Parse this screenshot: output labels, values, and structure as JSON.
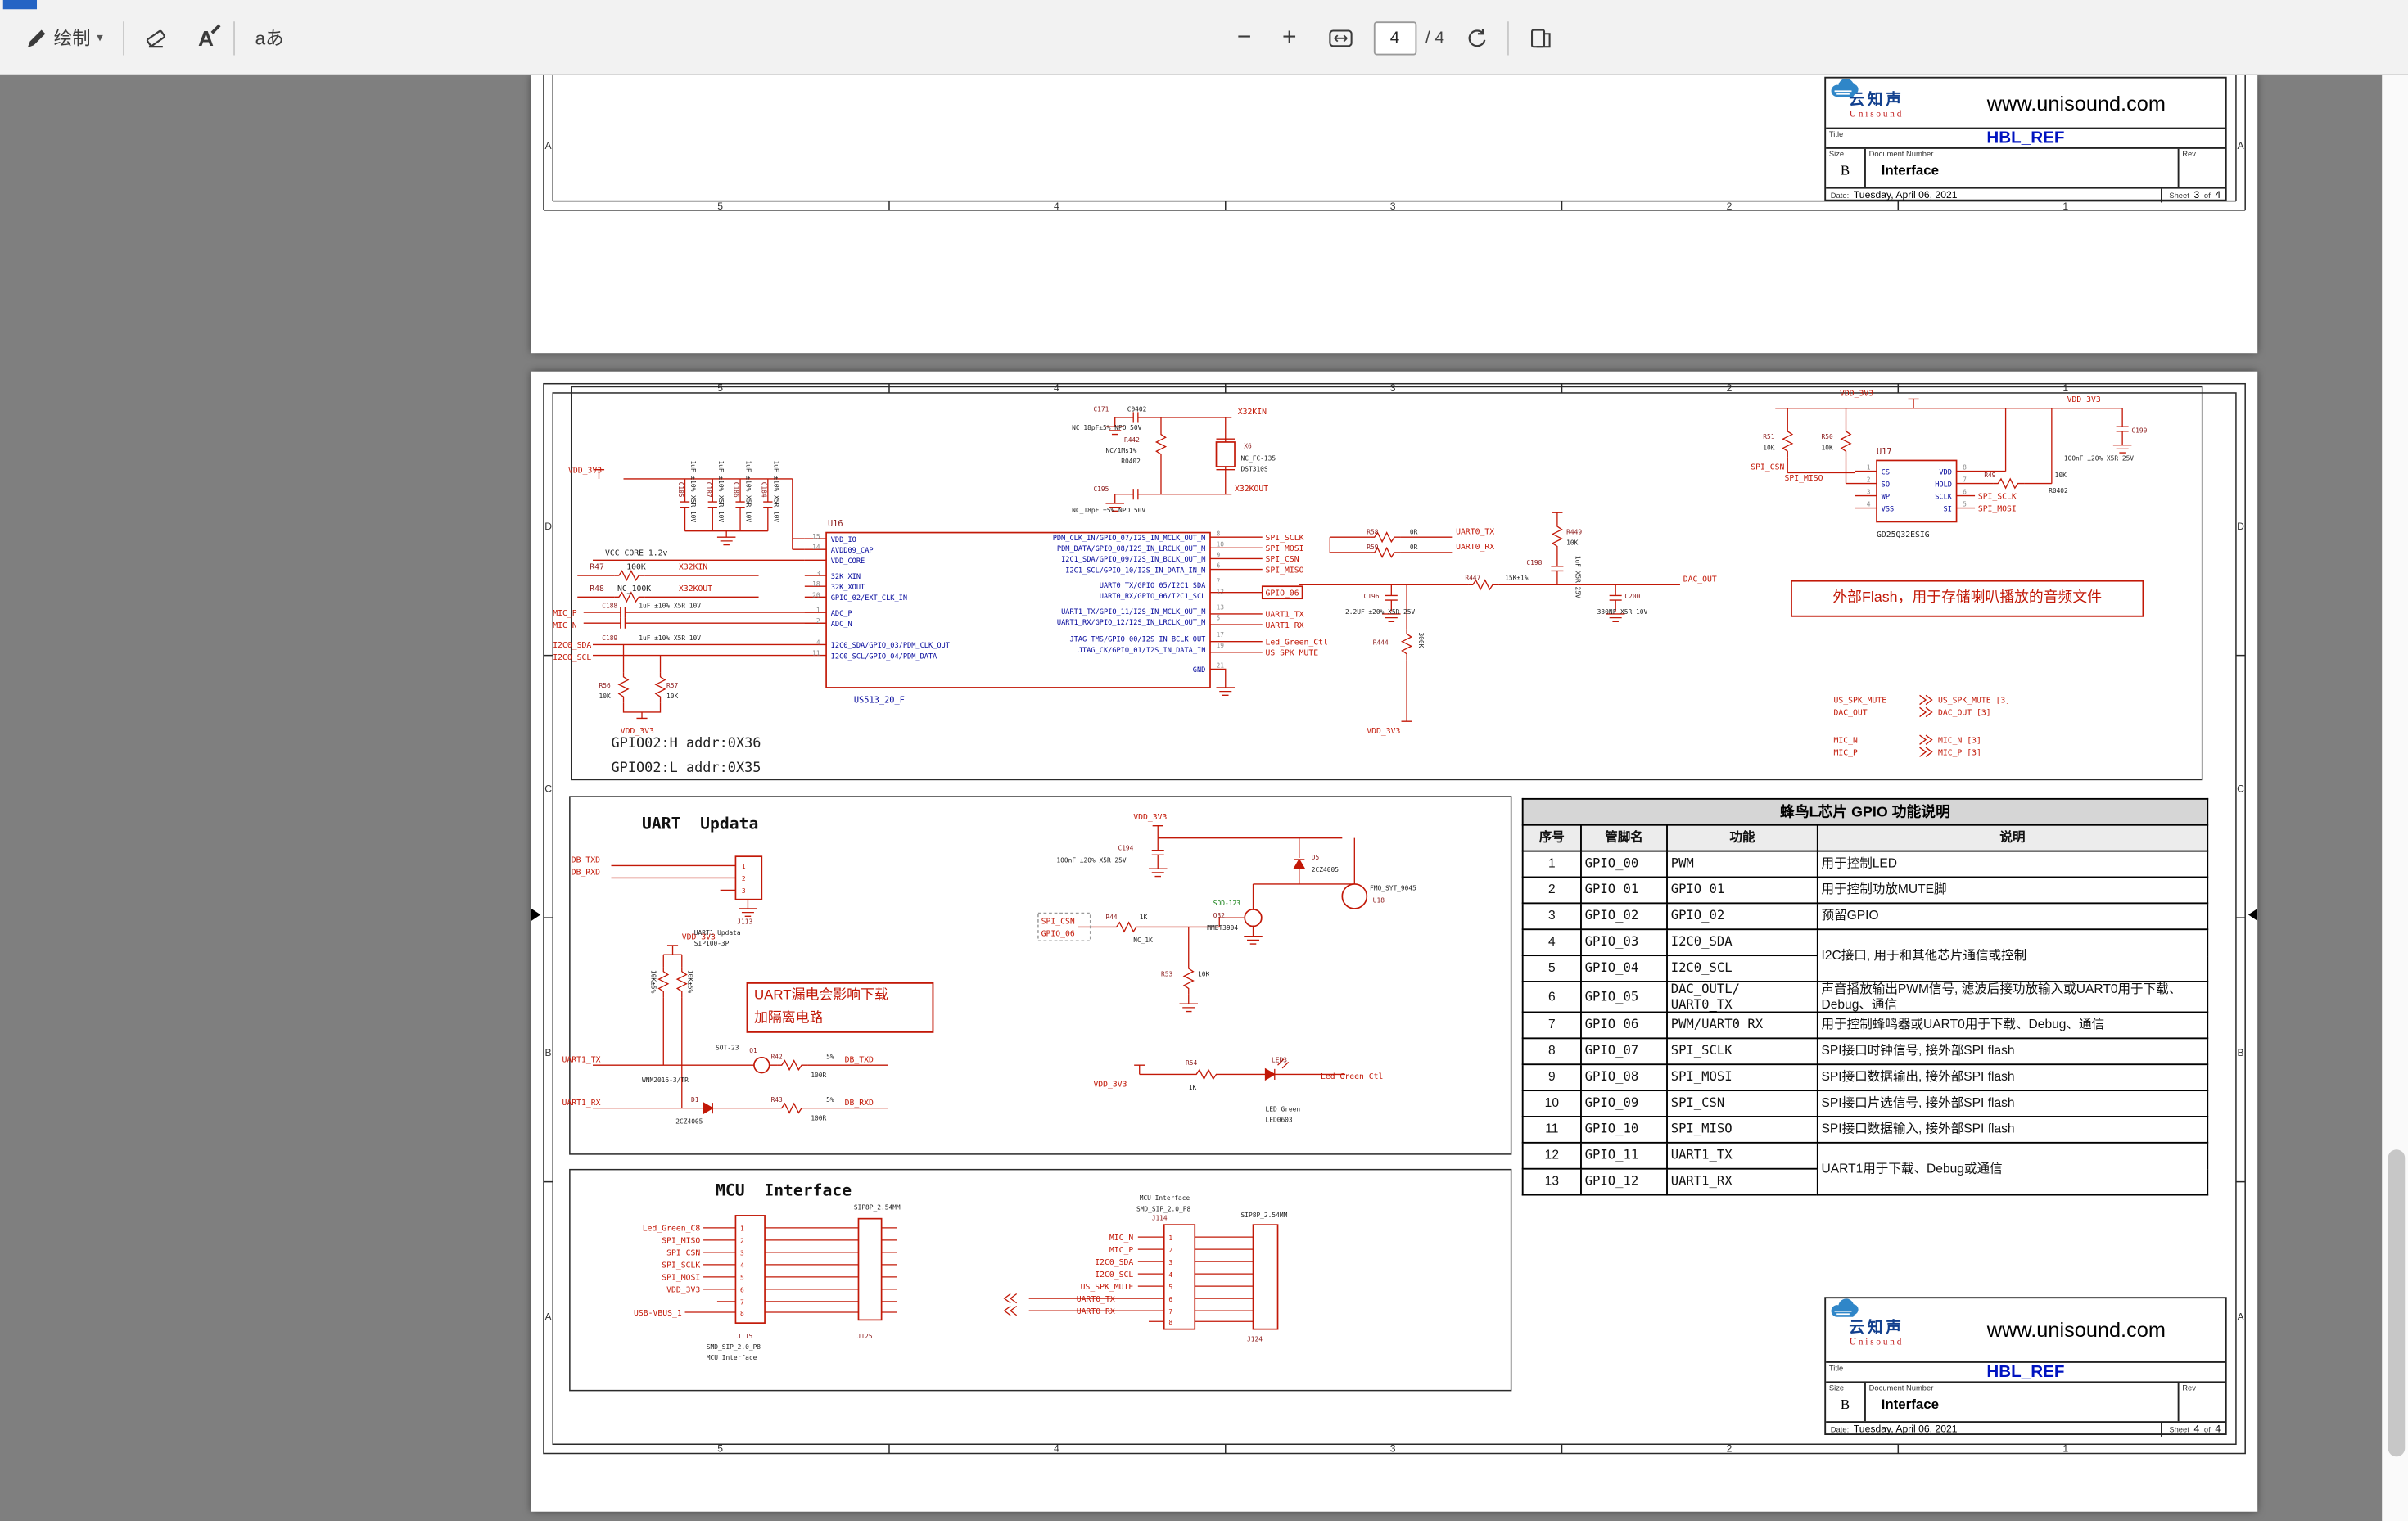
{
  "toolbar": {
    "draw_label": "绘制",
    "highlight_label": "A",
    "read_label": "aあ",
    "zoom_out": "−",
    "zoom_in": "+",
    "page_value": "4",
    "page_total": "/ 4"
  },
  "zones": {
    "cols": [
      "5",
      "4",
      "3",
      "2",
      "1"
    ],
    "rows": [
      "D",
      "C",
      "B",
      "A"
    ]
  },
  "titleblock": {
    "company_cn": "云知声",
    "company_en": "Unisound",
    "website": "www.unisound.com",
    "title_label": "Title",
    "doc_title": "HBL_REF",
    "size_label": "Size",
    "size_value": "B",
    "docnum_label": "Document Number",
    "docnum_value": "Interface",
    "rev_label": "Rev",
    "date_label": "Date:",
    "date_value": "Tuesday, April 06, 2021",
    "sheet_label": "Sheet",
    "of_label": "of",
    "total_sheets": "4",
    "sheet3": "3",
    "sheet4": "4"
  },
  "gpio_table": {
    "title": "蜂鸟L芯片 GPIO 功能说明",
    "headers": [
      "序号",
      "管脚名",
      "功能",
      "说明"
    ],
    "rows": [
      {
        "no": "1",
        "pin": "GPIO_00",
        "func": "PWM",
        "desc": "用于控制LED"
      },
      {
        "no": "2",
        "pin": "GPIO_01",
        "func": "GPIO_01",
        "desc": "用于控制功放MUTE脚"
      },
      {
        "no": "3",
        "pin": "GPIO_02",
        "func": "GPIO_02",
        "desc": "预留GPIO"
      },
      {
        "no": "4",
        "pin": "GPIO_03",
        "func": "I2C0_SDA",
        "desc": "I2C接口, 用于和其他芯片通信或控制"
      },
      {
        "no": "5",
        "pin": "GPIO_04",
        "func": "I2C0_SCL"
      },
      {
        "no": "6",
        "pin": "GPIO_05",
        "func1": "DAC_OUTL/",
        "func2": "UART0_TX",
        "desc": "声音播放输出PWM信号, 滤波后接功放输入或UART0用于下载、Debug、通信"
      },
      {
        "no": "7",
        "pin": "GPIO_06",
        "func": "PWM/UART0_RX",
        "desc": "用于控制蜂鸣器或UART0用于下载、Debug、通信"
      },
      {
        "no": "8",
        "pin": "GPIO_07",
        "func": "SPI_SCLK",
        "desc": "SPI接口时钟信号, 接外部SPI flash"
      },
      {
        "no": "9",
        "pin": "GPIO_08",
        "func": "SPI_MOSI",
        "desc": "SPI接口数据输出, 接外部SPI flash"
      },
      {
        "no": "10",
        "pin": "GPIO_09",
        "func": "SPI_CSN",
        "desc": "SPI接口片选信号, 接外部SPI flash"
      },
      {
        "no": "11",
        "pin": "GPIO_10",
        "func": "SPI_MISO",
        "desc": "SPI接口数据输入, 接外部SPI flash"
      },
      {
        "no": "12",
        "pin": "GPIO_11",
        "func": "UART1_TX",
        "desc": "UART1用于下载、Debug或通信"
      },
      {
        "no": "13",
        "pin": "GPIO_12",
        "func": "UART1_RX"
      }
    ]
  },
  "s4": {
    "uart_title": "UART  Updata",
    "mcu_title": "MCU  Interface",
    "note_flash": "外部Flash，用于存储喇叭播放的音频文件",
    "note_uart1": "UART漏电会影响下载",
    "note_uart2": "加隔离电路",
    "addr1": "GPIO02:H addr:0X36",
    "addr2": "GPIO02:L addr:0X35",
    "p8": [
      "1",
      "2",
      "3",
      "4",
      "5",
      "6",
      "7",
      "8"
    ],
    "p3": [
      "1",
      "2",
      "3"
    ],
    "nets": [
      "SPI_SCLK",
      "SPI_MOSI",
      "SPI_CSN",
      "SPI_MISO",
      "GPIO_06",
      "UART1_TX",
      "UART1_RX",
      "Led_Green_Ctl",
      "US_SPK_MUTE"
    ],
    "u16": {
      "ref": "U16",
      "part": "US513_20_F",
      "lp": [
        {
          "n": "15",
          "t": "VDD_IO"
        },
        {
          "n": "14",
          "t": "AVDD09_CAP"
        },
        {
          "n": "",
          "t": "VDD_CORE"
        },
        {
          "n": "3",
          "t": "32K_XIN"
        },
        {
          "n": "18",
          "t": "32K_XOUT"
        },
        {
          "n": "20",
          "t": "GPIO_02/EXT_CLK_IN"
        },
        {
          "n": "1",
          "t": "ADC_P"
        },
        {
          "n": "2",
          "t": "ADC_N"
        },
        {
          "n": "4",
          "t": "I2C0_SDA/GPIO_03/PDM_CLK_OUT"
        },
        {
          "n": "11",
          "t": "I2C0_SCL/GPIO_04/PDM_DATA"
        }
      ],
      "rp": [
        {
          "n": "8",
          "t": "PDM_CLK_IN/GPIO_07/I2S_IN_MCLK_OUT_M"
        },
        {
          "n": "10",
          "t": "PDM_DATA/GPIO_08/I2S_IN_LRCLK_OUT_M"
        },
        {
          "n": "9",
          "t": "I2C1_SDA/GPIO_09/I2S_IN_BCLK_OUT_M"
        },
        {
          "n": "6",
          "t": "I2C1_SCL/GPIO_10/I2S_IN_DATA_IN_M"
        },
        {
          "n": "7",
          "t": "UART0_TX/GPIO_05/I2C1_SDA"
        },
        {
          "n": "12",
          "t": "UART0_RX/GPIO_06/I2C1_SCL"
        },
        {
          "n": "13",
          "t": "UART1_TX/GPIO_11/I2S_IN_MCLK_OUT_M"
        },
        {
          "n": "5",
          "t": "UART1_RX/GPIO_12/I2S_IN_LRCLK_OUT_M"
        },
        {
          "n": "17",
          "t": "JTAG_TMS/GPIO_00/I2S_IN_BCLK_OUT"
        },
        {
          "n": "19",
          "t": "JTAG_CK/GPIO_01/I2S_IN_DATA_IN"
        },
        {
          "n": "21",
          "t": "GND"
        }
      ]
    },
    "u17": {
      "ref": "U17",
      "lp": [
        "CS",
        "SO",
        "WP",
        "VSS"
      ],
      "rp": [
        "VDD",
        "HOLD",
        "SCLK",
        "SI"
      ],
      "ln": [
        "1",
        "2",
        "3",
        "4"
      ],
      "rn": [
        "8",
        "7",
        "6",
        "5"
      ]
    },
    "L": [
      "VDD_3V3",
      "C185",
      "C187",
      "C186",
      "C184",
      "1uF ±10% X5R 10V",
      "1uF ±10% X5R 10V",
      "1uF ±10% X5R 10V",
      "1uF ±10% X5R 10V",
      "VCC_CORE_1.2v",
      "R47",
      "100K",
      "X32KIN",
      "R48",
      "NC_100K",
      "X32KOUT",
      "MIC_P",
      "MIC_N",
      "C188",
      "C189",
      "1uF ±10% X5R 10V",
      "1uF ±10% X5R 10V",
      "I2C0_SDA",
      "I2C0_SCL",
      "R56",
      "10K",
      "R57",
      "10K",
      "VDD_3V3",
      "R58",
      "0R",
      "UART0_TX",
      "R59",
      "0R",
      "UART0_RX",
      "C196",
      "2.2UF ±20% X5R 25V",
      "R447",
      "15K±1%",
      "C198",
      "1uF X5R 25V",
      "C200",
      "330NF X5R 10V",
      "DAC_OUT",
      "R449",
      "10K",
      "R444",
      "300K",
      "VDD_3V3",
      "C171",
      "C0402",
      "NC_18pF±5% NPO 50V",
      "X32KIN",
      "R442",
      "NC/1Ms1%",
      "R0402",
      "X6",
      "NC_FC-135",
      "DST310S",
      "C195",
      "X32KOUT",
      "NC_18pF ±5% NPO 50V",
      "VDD_3V3",
      "R51",
      "10K",
      "R50",
      "10K",
      "SPI_CSN",
      "SPI_MISO",
      "R49",
      "10K",
      "R0402",
      "SPI_MOSI",
      "SPI_SCLK",
      "GD25Q32ESIG",
      "VDD_3V3",
      "C190",
      "100nF ±20% X5R 25V",
      "US_SPK_MUTE",
      "US_SPK_MUTE  [3]",
      "DAC_OUT",
      "DAC_OUT  [3]",
      "MIC_N",
      "MIC_N  [3]",
      "MIC_P",
      "MIC_P  [3]",
      "DB_TXD",
      "DB_RXD",
      "J113",
      "UART1 Updata",
      "SIP100-3P",
      "VDD_3V3",
      "10K±5%",
      "10K±5%",
      "SOT-23",
      "UART1_TX",
      "WNM2016-3/TR",
      "Q1",
      "R42",
      "5%",
      "DB_TXD",
      "100R",
      "UART1_RX",
      "D1",
      "2CZ4005",
      "R43",
      "5%",
      "DB_RXD",
      "100R",
      "VDD_3V3",
      "C194",
      "100nF ±20% X5R 25V",
      "D5",
      "2CZ4005",
      "SOD-123",
      "Q32",
      "MMBT3904",
      "U18",
      "FMQ_SYT_9045",
      "SPI_CSN",
      "GPIO_06",
      "R44",
      "1K",
      "NC_1K",
      "R53",
      "10K",
      "VDD_3V3",
      "R54",
      "1K",
      "LED3",
      "Led_Green_Ctl",
      "LED_Green",
      "LED0603",
      "Led_Green_C8",
      "SPI_MISO",
      "SPI_CSN",
      "SPI_SCLK",
      "SPI_MOSI",
      "VDD_3V3",
      "USB-VBUS_1",
      "J115",
      "SMD_SIP_2.0_P8",
      "MCU Interface",
      "SIP8P_2.54MM",
      "J125",
      "MCU Interface",
      "SMD_SIP_2.0_P8",
      "J114",
      "MIC_N",
      "MIC_P",
      "I2C0_SDA",
      "I2C0_SCL",
      "US_SPK_MUTE",
      "UART0_TX",
      "UART0_RX",
      "SIP8P_2.54MM",
      "J124"
    ]
  }
}
